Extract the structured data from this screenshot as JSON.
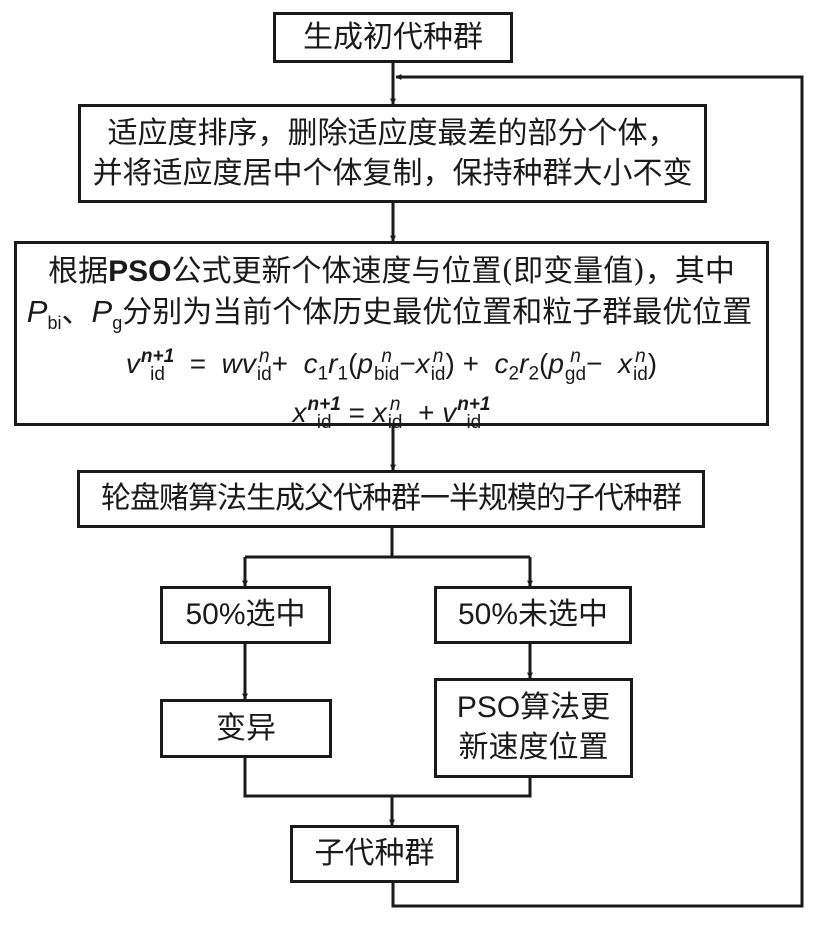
{
  "diagram": {
    "type": "flowchart",
    "nodes": {
      "init": {
        "label": "生成初代种群"
      },
      "sort": {
        "lines": [
          "适应度排序，删除适应度最差的部分个体，",
          "并将适应度居中个体复制，保持种群大小不变"
        ]
      },
      "pso_update": {
        "line1": {
          "prefix": "根据",
          "pso": "PSO",
          "rest": "公式更新个体速度与位置(即变量值)，其中"
        },
        "line2": {
          "p1": "P",
          "p1_sub": "bi",
          "sep": "、",
          "p2": "P",
          "p2_sub": "g",
          "rest": "分别为当前个体历史最优位置和粒子群最优位置"
        },
        "formula_v": {
          "lhs": "v",
          "lhs_sup": "n+1",
          "lhs_sub": "id",
          "eq": "=",
          "t1_coef": "w",
          "t1_var": "v",
          "t1_sup": "n",
          "t1_sub": "id",
          "plus1": "+",
          "c1": "c",
          "c1_sub": "1",
          "r1": "r",
          "r1_sub": "1",
          "p_bid": "p",
          "p_bid_sup": "n",
          "p_bid_sub": "bid",
          "minus1": "−",
          "x1": "x",
          "x1_sup": "n",
          "x1_sub": "id",
          "plus2": "+",
          "c2": "c",
          "c2_sub": "2",
          "r2": "r",
          "r2_sub": "2",
          "p_gd": "p",
          "p_gd_sup": "n",
          "p_gd_sub": "gd",
          "minus2": "−",
          "x2": "x",
          "x2_sup": "n",
          "x2_sub": "id"
        },
        "formula_x": {
          "lhs": "x",
          "lhs_sup": "n+1",
          "lhs_sub": "id",
          "eq": "=",
          "x": "x",
          "x_sup": "n",
          "x_sub": "id",
          "plus": "+",
          "v": "v",
          "v_sup": "n+1",
          "v_sub": "id"
        }
      },
      "roulette": {
        "label": "轮盘赌算法生成父代种群一半规模的子代种群"
      },
      "selected": {
        "pct": "50%",
        "label": "选中"
      },
      "unselected": {
        "pct": "50%",
        "label": "未选中"
      },
      "mutation": {
        "label": "变异"
      },
      "pso_step": {
        "pso": "PSO",
        "line1_rest": "算法更",
        "line2": "新速度位置"
      },
      "offspring": {
        "label": "子代种群"
      }
    },
    "edges": [
      [
        "init",
        "sort"
      ],
      [
        "sort",
        "pso_update"
      ],
      [
        "pso_update",
        "roulette"
      ],
      [
        "roulette",
        "selected"
      ],
      [
        "roulette",
        "unselected"
      ],
      [
        "selected",
        "mutation"
      ],
      [
        "unselected",
        "pso_step"
      ],
      [
        "mutation",
        "offspring"
      ],
      [
        "pso_step",
        "offspring"
      ],
      [
        "offspring",
        "sort"
      ]
    ]
  }
}
